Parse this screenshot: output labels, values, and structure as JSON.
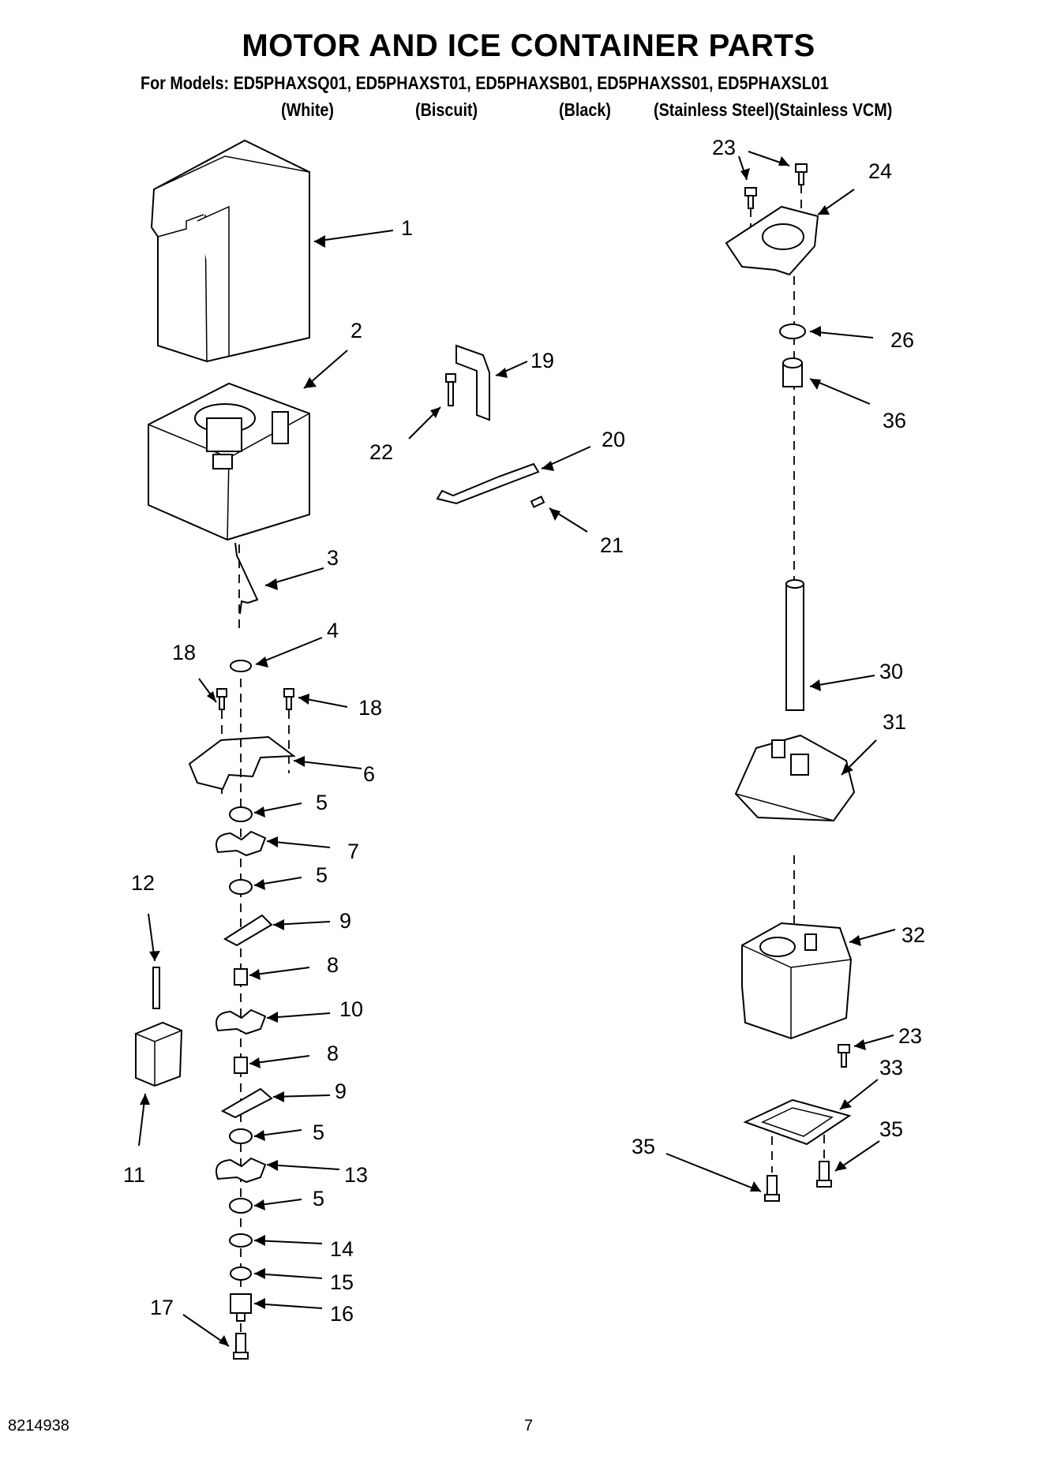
{
  "header": {
    "title": "MOTOR AND ICE CONTAINER PARTS",
    "models_line": "For Models: ED5PHAXSQ01, ED5PHAXST01, ED5PHAXSB01, ED5PHAXSS01, ED5PHAXSL01",
    "finishes": [
      "(White)",
      "(Biscuit)",
      "(Black)",
      "(Stainless Steel)(Stainless VCM)"
    ]
  },
  "callouts": {
    "c1": "1",
    "c2": "2",
    "c3": "3",
    "c4": "4",
    "c5a": "5",
    "c5b": "5",
    "c5c": "5",
    "c5d": "5",
    "c6": "6",
    "c7": "7",
    "c8a": "8",
    "c8b": "8",
    "c9a": "9",
    "c9b": "9",
    "c10": "10",
    "c11": "11",
    "c12": "12",
    "c13": "13",
    "c14": "14",
    "c15": "15",
    "c16": "16",
    "c17": "17",
    "c18a": "18",
    "c18b": "18",
    "c19": "19",
    "c20": "20",
    "c21": "21",
    "c22": "22",
    "c23a": "23",
    "c23b": "23",
    "c24": "24",
    "c26": "26",
    "c36": "36",
    "c30": "30",
    "c31": "31",
    "c32": "32",
    "c33": "33",
    "c35a": "35",
    "c35b": "35"
  },
  "footer": {
    "doc_number": "8214938",
    "page_number": "7"
  }
}
